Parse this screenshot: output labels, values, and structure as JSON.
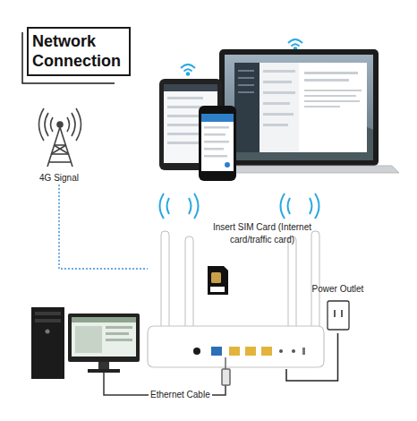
{
  "diagram": {
    "title": "Network Connection",
    "nodes": [
      {
        "text": [
          "4G Signal"
        ]
      },
      {
        "text": [
          "Insert SIM Card (Internet card/traffic card)"
        ]
      },
      {
        "text": [
          "Power Outlet"
        ]
      }
    ],
    "edges": [
      {
        "from": 0,
        "to": 1,
        "arrow": "none"
      },
      {
        "from": 1,
        "to": 2,
        "arrow": "none"
      }
    ],
    "labels": [
      "Ethernet Cable"
    ]
  }
}
